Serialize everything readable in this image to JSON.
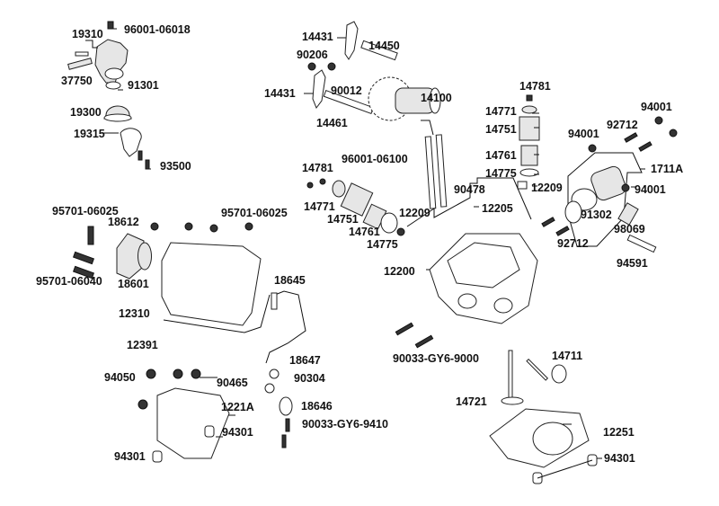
{
  "diagram": {
    "title": "Cylinder Head / Camshaft / Thermostat exploded parts diagram",
    "labels": [
      {
        "id": "l1",
        "text": "96001-06018",
        "part": "thermostat-housing-bolt"
      },
      {
        "id": "l2",
        "text": "19310",
        "part": "thermostat-housing"
      },
      {
        "id": "l3",
        "text": "37750",
        "part": "temperature-sensor"
      },
      {
        "id": "l4",
        "text": "91301",
        "part": "o-ring"
      },
      {
        "id": "l5",
        "text": "19300",
        "part": "thermostat"
      },
      {
        "id": "l6",
        "text": "19315",
        "part": "thermostat-cover"
      },
      {
        "id": "l7",
        "text": "93500",
        "part": "screws"
      },
      {
        "id": "l8",
        "text": "14431",
        "part": "rocker-arm-upper"
      },
      {
        "id": "l9",
        "text": "14450",
        "part": "rocker-shaft"
      },
      {
        "id": "l10",
        "text": "90206",
        "part": "nuts"
      },
      {
        "id": "l11",
        "text": "14431",
        "part": "rocker-arm-lower"
      },
      {
        "id": "l12",
        "text": "90012",
        "part": "adjust-screws"
      },
      {
        "id": "l13",
        "text": "14100",
        "part": "camshaft"
      },
      {
        "id": "l14",
        "text": "14461",
        "part": "rocker-shaft-lower"
      },
      {
        "id": "l15",
        "text": "14781",
        "part": "valve-cotter-right"
      },
      {
        "id": "l16",
        "text": "14771",
        "part": "spring-retainer-right"
      },
      {
        "id": "l17",
        "text": "14751",
        "part": "outer-spring-right"
      },
      {
        "id": "l18",
        "text": "14761",
        "part": "inner-spring-right"
      },
      {
        "id": "l19",
        "text": "14775",
        "part": "spring-seat-right"
      },
      {
        "id": "l20",
        "text": "96001-06100",
        "part": "stud-bolt"
      },
      {
        "id": "l21",
        "text": "14781",
        "part": "valve-cotter-left"
      },
      {
        "id": "l22",
        "text": "14771",
        "part": "spring-retainer-left"
      },
      {
        "id": "l23",
        "text": "14751",
        "part": "outer-spring-left"
      },
      {
        "id": "l24",
        "text": "14761",
        "part": "inner-spring-left"
      },
      {
        "id": "l25",
        "text": "14775",
        "part": "spring-seat-left"
      },
      {
        "id": "l26",
        "text": "12209",
        "part": "valve-stem-seal-left"
      },
      {
        "id": "l27",
        "text": "90478",
        "part": "washer"
      },
      {
        "id": "l28",
        "text": "12209",
        "part": "valve-stem-seal-right"
      },
      {
        "id": "l29",
        "text": "12205",
        "part": "valve-guide"
      },
      {
        "id": "l30",
        "text": "12200",
        "part": "cylinder-head"
      },
      {
        "id": "l31",
        "text": "94001",
        "part": "nut-top"
      },
      {
        "id": "l32",
        "text": "92712",
        "part": "stud-upper"
      },
      {
        "id": "l33",
        "text": "94001",
        "part": "nut-left"
      },
      {
        "id": "l34",
        "text": "1711A",
        "part": "intake-manifold"
      },
      {
        "id": "l35",
        "text": "94001",
        "part": "nut-right"
      },
      {
        "id": "l36",
        "text": "91302",
        "part": "manifold-o-ring"
      },
      {
        "id": "l37",
        "text": "98069",
        "part": "spark-plug"
      },
      {
        "id": "l38",
        "text": "92712",
        "part": "stud-lower"
      },
      {
        "id": "l39",
        "text": "94591",
        "part": "chain-guide"
      },
      {
        "id": "l40",
        "text": "95701-06025",
        "part": "bolt-left"
      },
      {
        "id": "l41",
        "text": "18612",
        "part": "cover-plate"
      },
      {
        "id": "l42",
        "text": "95701-06025",
        "part": "bolts-row"
      },
      {
        "id": "l43",
        "text": "95701-06040",
        "part": "long-bolts"
      },
      {
        "id": "l44",
        "text": "18601",
        "part": "reed-valve"
      },
      {
        "id": "l45",
        "text": "18645",
        "part": "pipe-gasket"
      },
      {
        "id": "l46",
        "text": "12310",
        "part": "head-cover"
      },
      {
        "id": "l47",
        "text": "12391",
        "part": "cover-gasket"
      },
      {
        "id": "l48",
        "text": "18647",
        "part": "air-pipe"
      },
      {
        "id": "l49",
        "text": "94050",
        "part": "cap-nuts"
      },
      {
        "id": "l50",
        "text": "90465",
        "part": "washers"
      },
      {
        "id": "l51",
        "text": "90304",
        "part": "bolt-small"
      },
      {
        "id": "l52",
        "text": "1221A",
        "part": "cam-holder"
      },
      {
        "id": "l53",
        "text": "18646",
        "part": "pipe-gasket-small"
      },
      {
        "id": "l54",
        "text": "94301",
        "part": "dowel-pin-a"
      },
      {
        "id": "l55",
        "text": "90033-GY6-9410",
        "part": "studs-small"
      },
      {
        "id": "l56",
        "text": "94301",
        "part": "dowel-pin-b"
      },
      {
        "id": "l57",
        "text": "90033-GY6-9000",
        "part": "head-studs"
      },
      {
        "id": "l58",
        "text": "14711",
        "part": "intake-valve"
      },
      {
        "id": "l59",
        "text": "14721",
        "part": "exhaust-valve"
      },
      {
        "id": "l60",
        "text": "12251",
        "part": "head-gasket"
      },
      {
        "id": "l61",
        "text": "94301",
        "part": "dowel-pin-c"
      }
    ]
  }
}
